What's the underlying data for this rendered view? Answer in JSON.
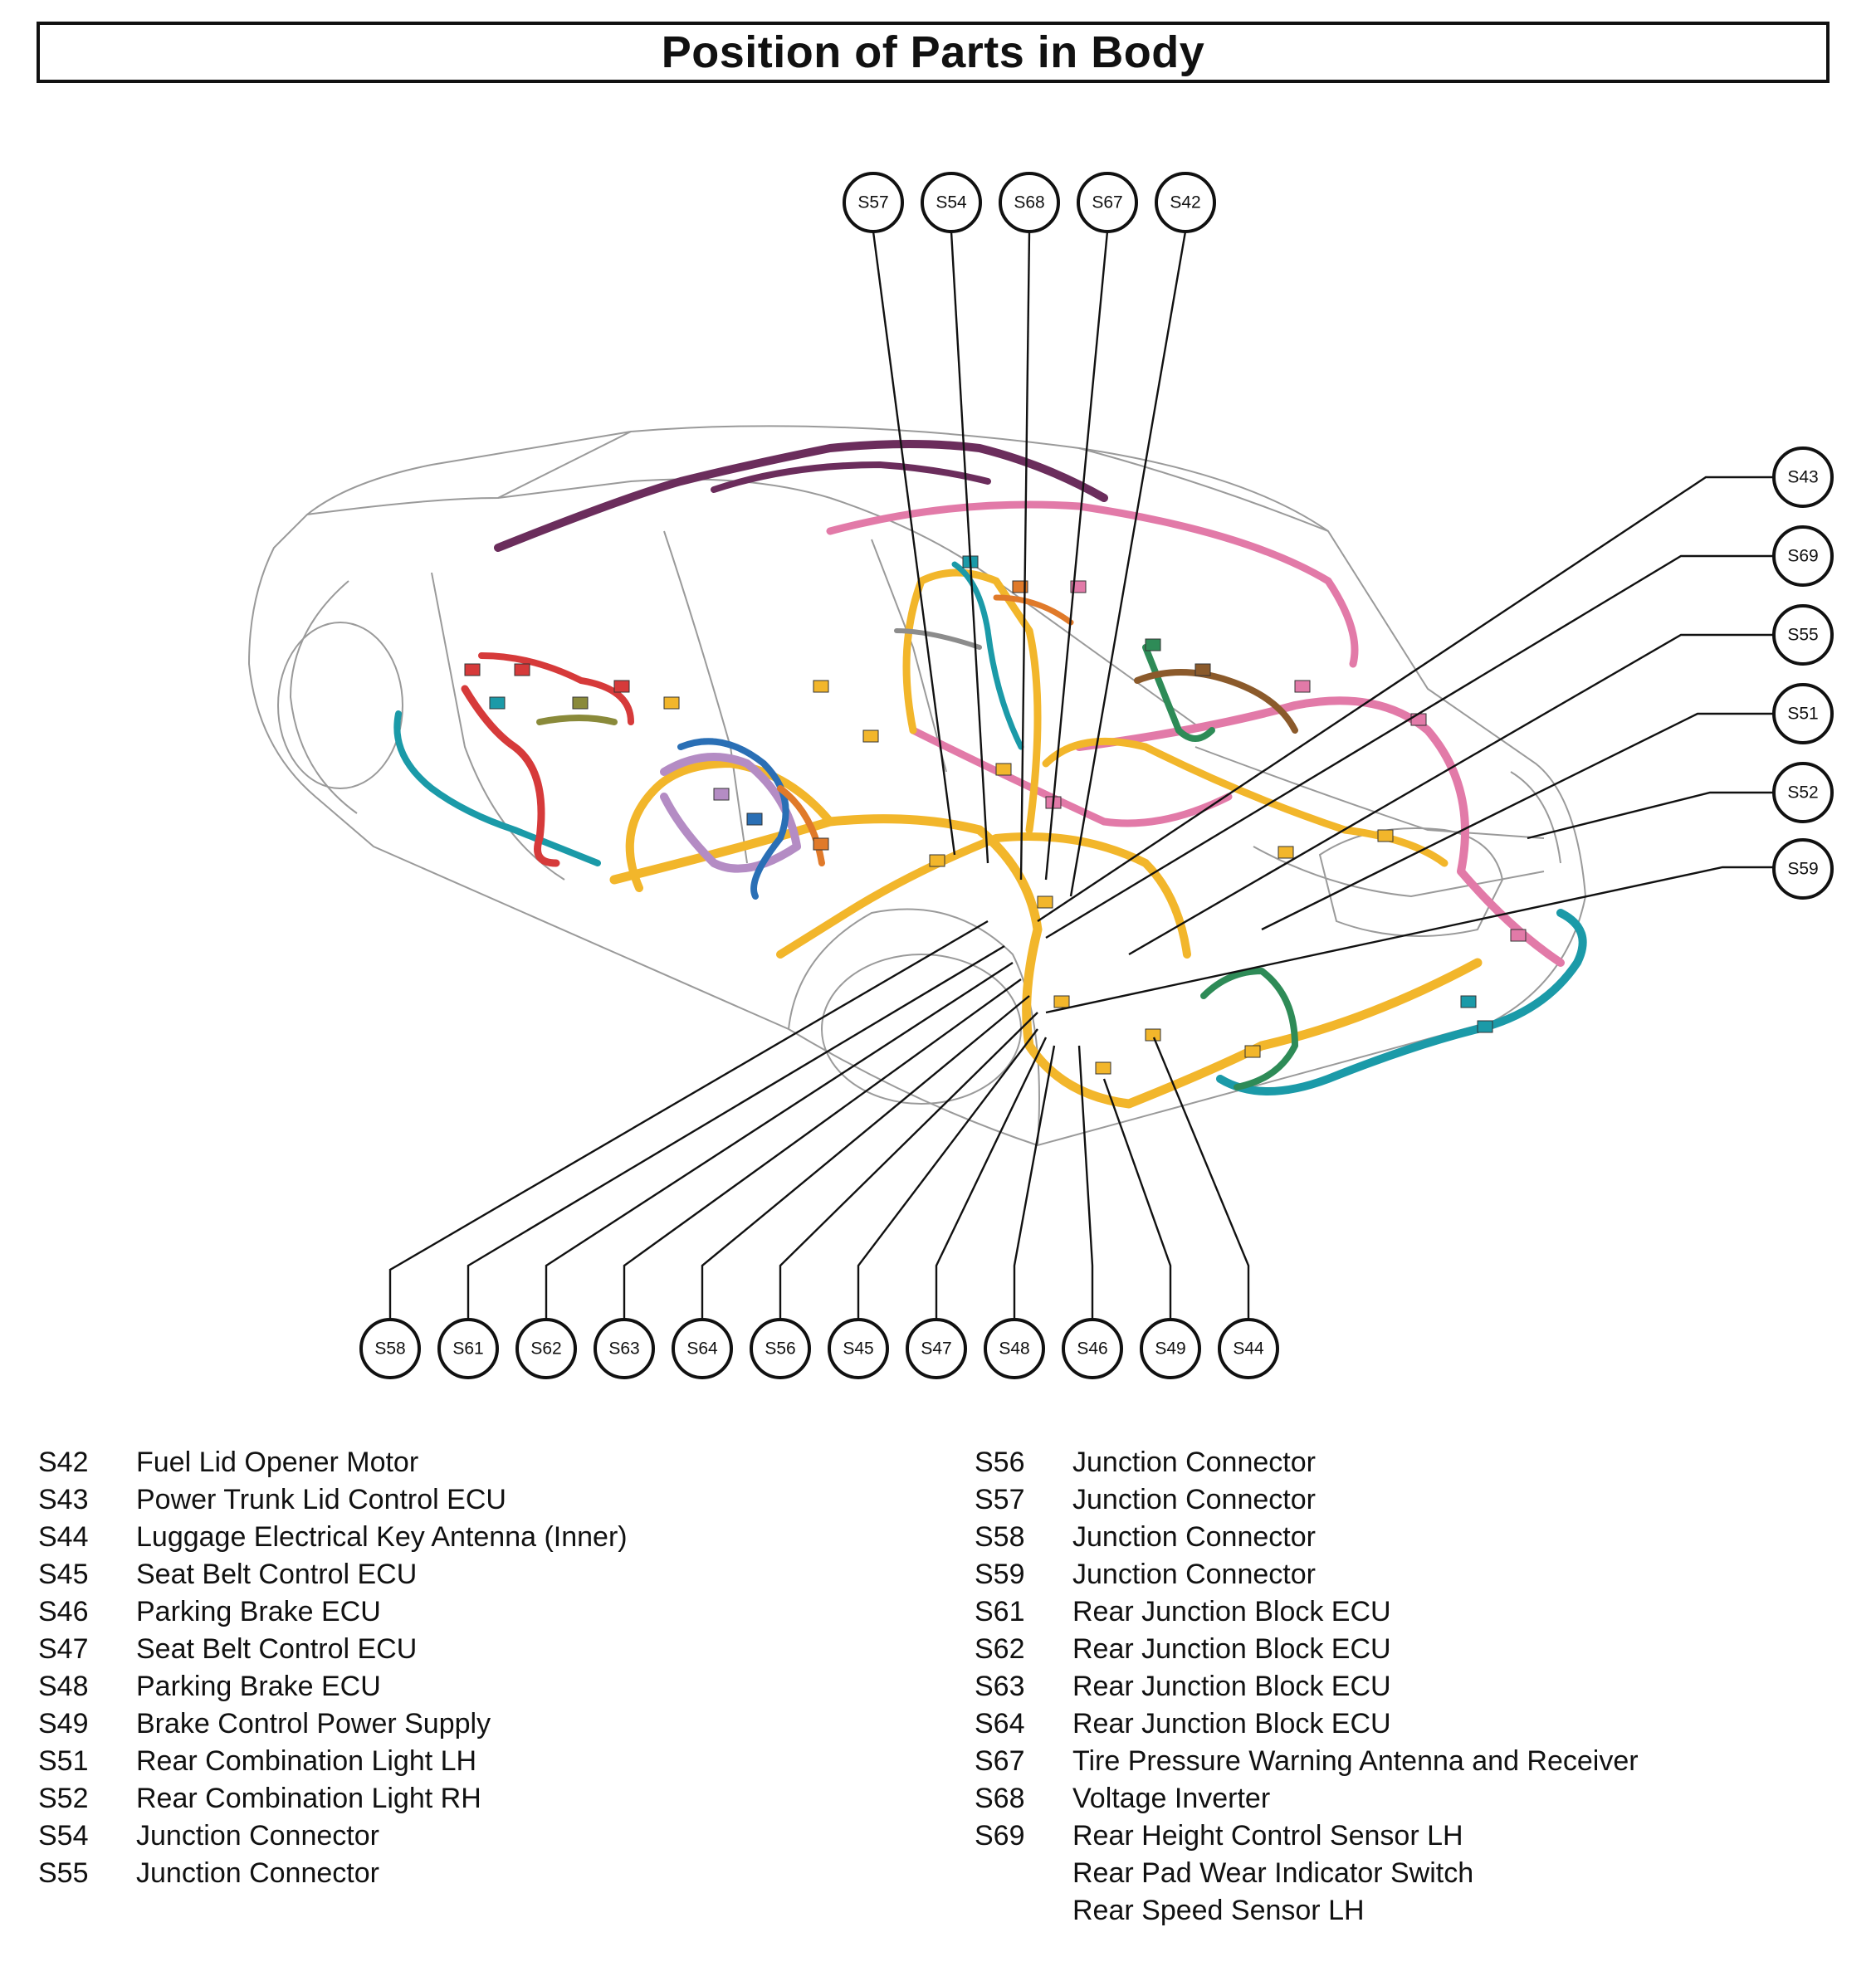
{
  "title": "Position of Parts in Body",
  "callouts_top": [
    "S57",
    "S54",
    "S68",
    "S67",
    "S42"
  ],
  "callouts_right": [
    "S43",
    "S69",
    "S55",
    "S51",
    "S52",
    "S59"
  ],
  "callouts_bottom": [
    "S58",
    "S61",
    "S62",
    "S63",
    "S64",
    "S56",
    "S45",
    "S47",
    "S48",
    "S46",
    "S49",
    "S44"
  ],
  "legend_left": [
    {
      "code": "S42",
      "desc": "Fuel Lid Opener Motor"
    },
    {
      "code": "S43",
      "desc": "Power Trunk Lid Control ECU"
    },
    {
      "code": "S44",
      "desc": "Luggage Electrical Key Antenna (Inner)"
    },
    {
      "code": "S45",
      "desc": "Seat Belt Control ECU"
    },
    {
      "code": "S46",
      "desc": "Parking Brake ECU"
    },
    {
      "code": "S47",
      "desc": "Seat Belt Control ECU"
    },
    {
      "code": "S48",
      "desc": "Parking Brake ECU"
    },
    {
      "code": "S49",
      "desc": "Brake Control Power Supply"
    },
    {
      "code": "S51",
      "desc": "Rear Combination Light LH"
    },
    {
      "code": "S52",
      "desc": "Rear Combination Light RH"
    },
    {
      "code": "S54",
      "desc": "Junction Connector"
    },
    {
      "code": "S55",
      "desc": "Junction Connector"
    }
  ],
  "legend_right": [
    {
      "code": "S56",
      "desc": "Junction Connector"
    },
    {
      "code": "S57",
      "desc": "Junction Connector"
    },
    {
      "code": "S58",
      "desc": "Junction Connector"
    },
    {
      "code": "S59",
      "desc": "Junction Connector"
    },
    {
      "code": "S61",
      "desc": "Rear Junction Block ECU"
    },
    {
      "code": "S62",
      "desc": "Rear Junction Block ECU"
    },
    {
      "code": "S63",
      "desc": "Rear Junction Block ECU"
    },
    {
      "code": "S64",
      "desc": "Rear Junction Block ECU"
    },
    {
      "code": "S67",
      "desc": "Tire Pressure Warning Antenna and Receiver"
    },
    {
      "code": "S68",
      "desc": "Voltage Inverter"
    },
    {
      "code": "S69",
      "desc": "Rear Height Control Sensor LH"
    },
    {
      "code": "",
      "desc": "Rear Pad Wear Indicator Switch"
    },
    {
      "code": "",
      "desc": "Rear Speed Sensor LH"
    }
  ],
  "colors": {
    "harness_yellow": "#f2b62b",
    "harness_purple": "#6b2d5c",
    "harness_pink": "#e27aa8",
    "harness_teal": "#1b9aa8",
    "harness_green": "#2e8b57",
    "harness_red": "#d63a3a",
    "harness_blue": "#2a6fb5",
    "harness_orange": "#e07a2a",
    "harness_lilac": "#b48cc4",
    "body_outline": "#9a9a9a"
  }
}
